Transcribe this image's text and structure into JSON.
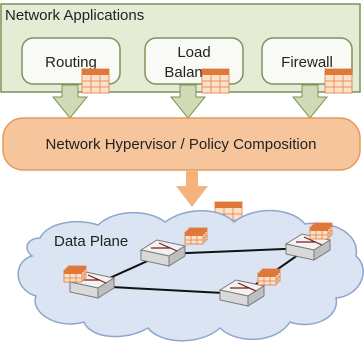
{
  "title": "Network Applications",
  "apps": [
    {
      "label_lines": [
        "Routing"
      ]
    },
    {
      "label_lines": [
        "Load",
        "Balancer"
      ]
    },
    {
      "label_lines": [
        "Firewall"
      ]
    }
  ],
  "hypervisor": {
    "label": "Network Hypervisor / Policy Composition"
  },
  "data_plane": {
    "label": "Data Plane"
  },
  "colors": {
    "app_panel_fill": "#e5ecd6",
    "app_panel_stroke": "#7e9257",
    "app_box_fill": "#f9faf5",
    "green_arrow": "#cfdbb5",
    "hypervisor_fill": "#f6c59c",
    "hypervisor_stroke": "#e59a5c",
    "orange_arrow": "#f6b27c",
    "cloud_fill": "#dae4f2",
    "cloud_stroke": "#8ea6cd",
    "table_fill": "#fbe1c9",
    "table_header": "#e0783a",
    "switch_fill": "#f2f2f2",
    "switch_stroke": "#7a7a7a"
  }
}
